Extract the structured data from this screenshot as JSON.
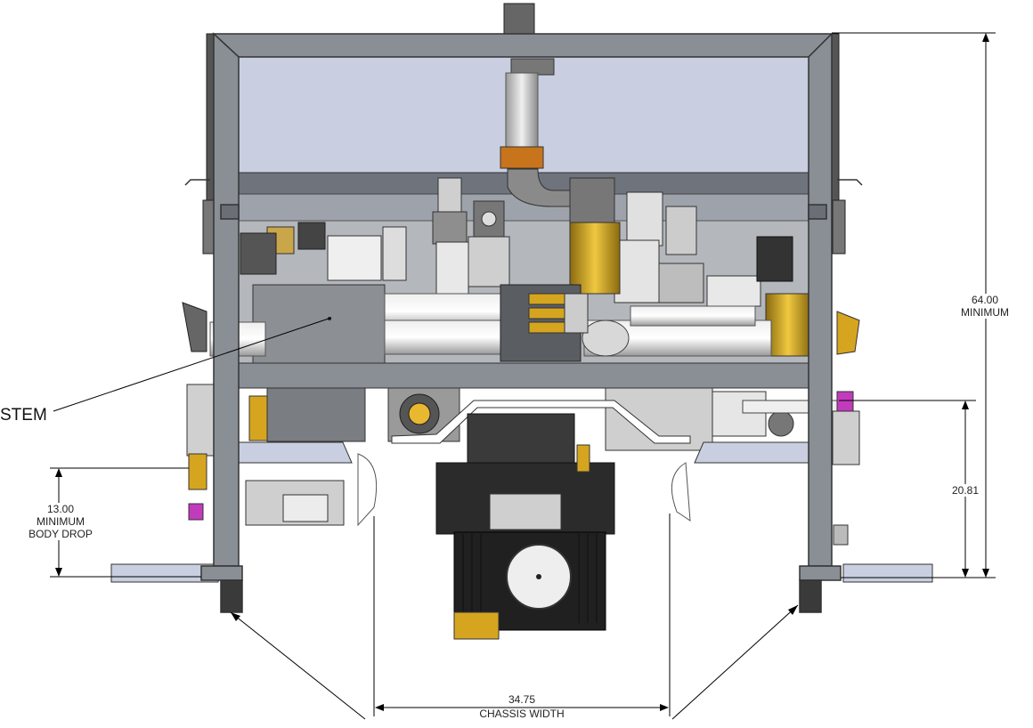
{
  "callout": {
    "text": "STEM"
  },
  "dimensions": {
    "overall_height": {
      "value": "64.00",
      "note": "MINIMUM"
    },
    "body_drop": {
      "value": "13.00",
      "line1": "MINIMUM",
      "line2": "BODY DROP"
    },
    "frame_height": {
      "value": "20.81"
    },
    "chassis_width": {
      "value": "34.75",
      "note": "CHASSIS WIDTH"
    }
  },
  "colors": {
    "frame": "#8a8f96",
    "panel": "#c9cfe0",
    "pipe": "#d9d9d9",
    "brass": "#d6a520",
    "magenta": "#c23bbd",
    "engine": "#2b2b2b"
  }
}
